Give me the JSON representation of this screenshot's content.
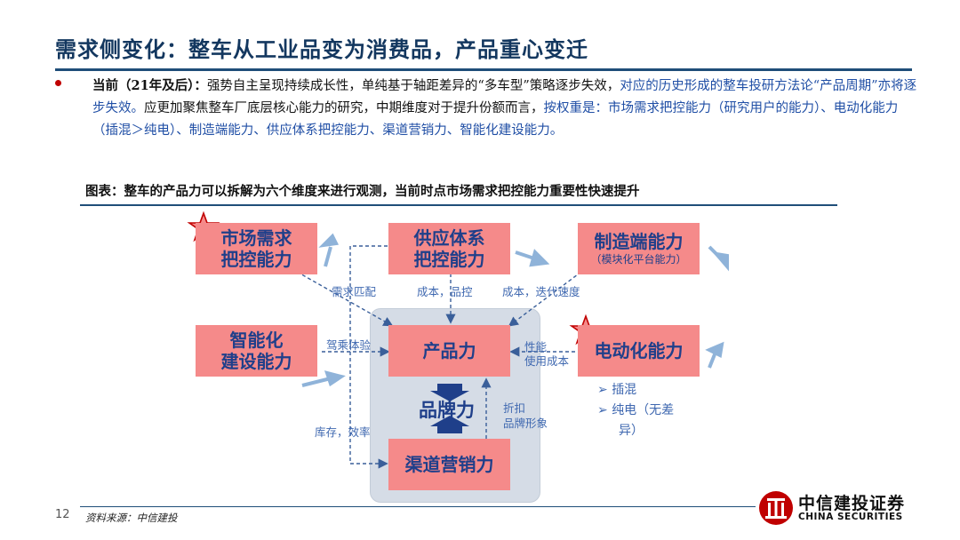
{
  "slide": {
    "title": "需求侧变化：整车从工业品变为消费品，产品重心变迁",
    "bullet_bold": "当前（21年及后）：",
    "bullet_plain": "强势自主呈现持续成长性，单纯基于轴距差异的“多车型”策略逐步失效，",
    "bullet_blue": "对应的历史形成的整车投研方法论“产品周期”亦将逐步失效。",
    "bullet_plain2": "应更加聚焦整车厂底层核心能力的研究，中期维度对于提升份额而言，",
    "bullet_blue2": "按权重是：市场需求把控能力（研究用户的能力）、电动化能力（插混＞纯电）、制造端能力、供应体系把控能力、渠道营销力、智能化建设能力。",
    "figure_caption": "图表：整车的产品力可以拆解为六个维度来进行观测，当前时点市场需求把控能力重要性快速提升",
    "page_number": "12",
    "source": "资料来源：中信建投",
    "logo_cn": "中信建投证券",
    "logo_en": "CHINA SECURITIES"
  },
  "diagram": {
    "boxes": {
      "market": {
        "line1": "市场需求",
        "line2": "把控能力"
      },
      "supply": {
        "line1": "供应体系",
        "line2": "把控能力"
      },
      "manufacturing": {
        "line1": "制造端能力",
        "note": "（模块化平台能力）"
      },
      "intelligence": {
        "line1": "智能化",
        "line2": "建设能力"
      },
      "product": {
        "line1": "产品力"
      },
      "electrification": {
        "line1": "电动化能力"
      },
      "channel": {
        "line1": "渠道营销力"
      }
    },
    "brand": "品牌力",
    "labels": {
      "demand_match": "需求匹配",
      "cost_quality": "成本，品控",
      "cost_iteration": "成本，迭代速度",
      "driving": "驾乘体验",
      "performance": "性能",
      "usage_cost": "使用成本",
      "discount": "折扣",
      "brand_image": "品牌形象",
      "inventory": "库存，效率"
    },
    "ev_sub": [
      "插混",
      "纯电（无差",
      "异）"
    ],
    "colors": {
      "box": "#f58a8a",
      "box_text": "#1f3f8a",
      "arrow": "#8fb3d9",
      "dashed": "#3a5f9a",
      "star": "#c00000"
    }
  }
}
